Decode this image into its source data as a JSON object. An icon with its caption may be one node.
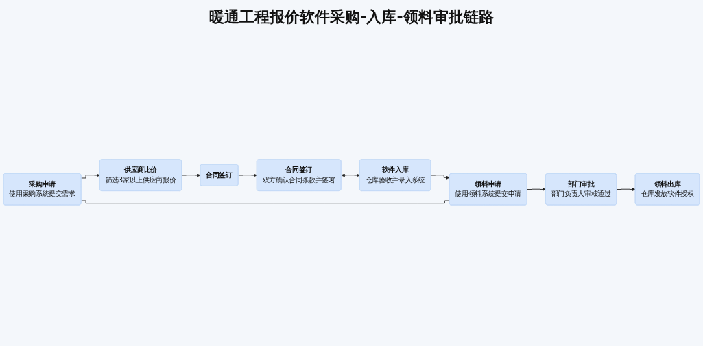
{
  "diagram": {
    "title": "暖通工程报价软件采购-入库-领料审批链路",
    "nodes": [
      {
        "text": [
          "采购申请",
          "使用采购系统提交需求"
        ]
      },
      {
        "text": [
          "供应商比价",
          "筛选3家以上供应商报价"
        ]
      },
      {
        "text": [
          "合同签订"
        ]
      },
      {
        "text": [
          "合同签订",
          "双方确认合同条款并签署"
        ]
      },
      {
        "text": [
          "软件入库",
          "仓库验收并录入系统"
        ]
      },
      {
        "text": [
          "领料申请",
          "使用领料系统提交申请"
        ]
      },
      {
        "text": [
          "部门审批",
          "部门负责人审核通过"
        ]
      },
      {
        "text": [
          "领料出库",
          "仓库发放软件授权"
        ]
      }
    ],
    "edges": [
      {
        "from": 0,
        "to": 1,
        "arrow": "to"
      },
      {
        "from": 1,
        "to": 2,
        "arrow": "to"
      },
      {
        "from": 2,
        "to": 3,
        "arrow": "to"
      },
      {
        "from": 3,
        "to": 4,
        "arrow": "both"
      },
      {
        "from": 4,
        "to": 5,
        "arrow": "to"
      },
      {
        "from": 0,
        "to": 5,
        "arrow": "none"
      },
      {
        "from": 5,
        "to": 6,
        "arrow": "to"
      },
      {
        "from": 6,
        "to": 7,
        "arrow": "to"
      }
    ]
  }
}
